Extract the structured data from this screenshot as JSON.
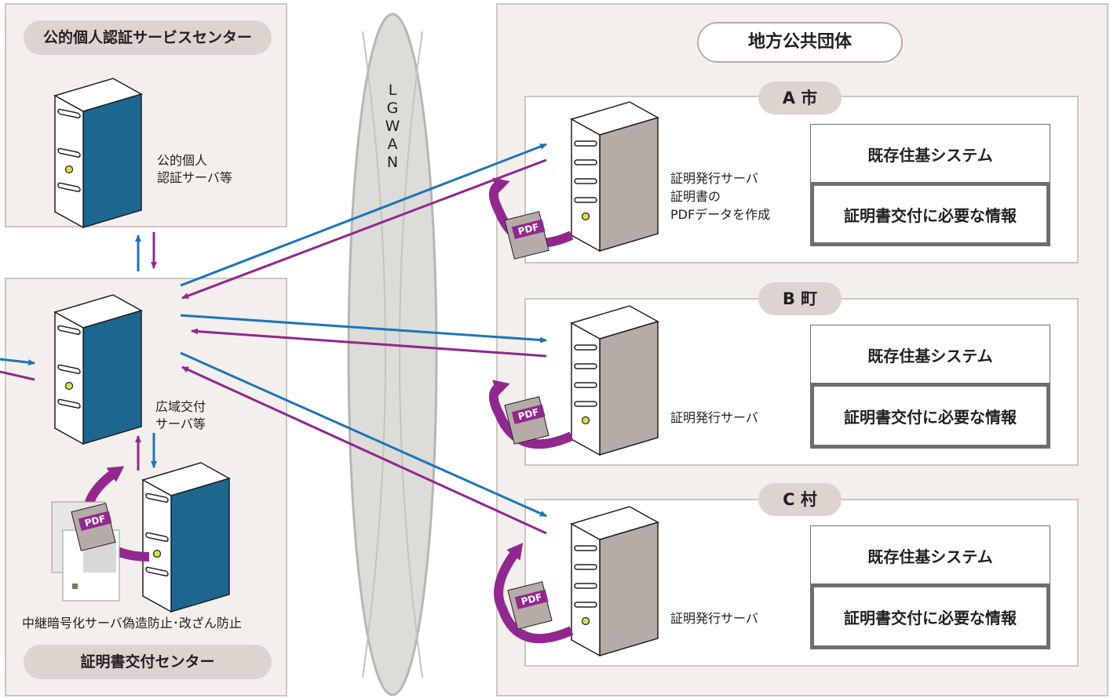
{
  "left_top": {
    "title": "公的個人認証サービスセンター",
    "server_label_lines": [
      "公的個人",
      "認証サーバ等"
    ]
  },
  "left_bottom": {
    "server_label_lines": [
      "広域交付",
      "サーバ等"
    ],
    "relay_label": "中継暗号化サーバ偽造防止･改ざん防止",
    "title": "証明書交付センター"
  },
  "network": {
    "label_letters": [
      "L",
      "G",
      "W",
      "A",
      "N"
    ]
  },
  "right": {
    "title": "地方公共団体",
    "municipalities": [
      {
        "name": "A 市",
        "server_label_lines": [
          "証明発行サーバ",
          "証明書の",
          "PDFデータを作成"
        ],
        "system_label": "既存住基システム",
        "info_label": "証明書交付に必要な情報"
      },
      {
        "name": "B 町",
        "server_label_lines": [
          "証明発行サーバ"
        ],
        "system_label": "既存住基システム",
        "info_label": "証明書交付に必要な情報"
      },
      {
        "name": "C 村",
        "server_label_lines": [
          "証明発行サーバ"
        ],
        "system_label": "既存住基システム",
        "info_label": "証明書交付に必要な情報"
      }
    ]
  },
  "pdf_badge": "PDF",
  "colors": {
    "request_arrow": "#1b75bb",
    "response_arrow": "#92278f",
    "server_side_blue": "#1c6690",
    "server_side_gray": "#b5aca8",
    "region_fill": "#f3efed"
  }
}
